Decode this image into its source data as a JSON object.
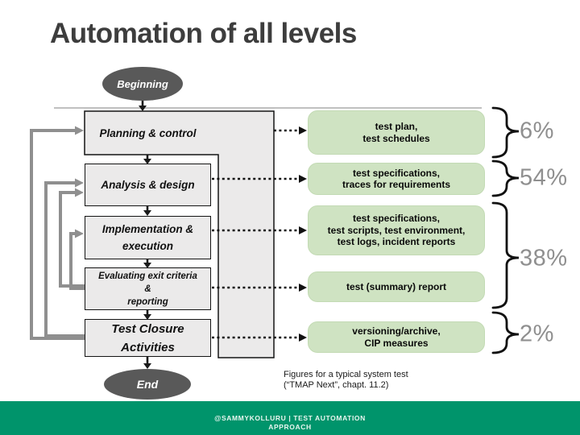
{
  "slide": {
    "title": "Automation of all levels",
    "caption": "Figures for a typical system test\n(“TMAP Next”, chapt. 11.2)",
    "footer": "@SAMMYKOLLURU  |  TEST AUTOMATION\nAPPROACH"
  },
  "flow": {
    "start": "Beginning",
    "end": "End",
    "stages": [
      {
        "label": "Planning & control"
      },
      {
        "label": "Analysis & design"
      },
      {
        "label": "Implementation &\nexecution"
      },
      {
        "label": "Evaluating exit criteria\n&\nreporting"
      },
      {
        "label": "Test Closure\nActivities"
      }
    ]
  },
  "artifacts": [
    {
      "label": "test plan,\ntest schedules"
    },
    {
      "label": "test specifications,\ntraces for requirements"
    },
    {
      "label": "test specifications,\ntest scripts, test environment,\ntest logs, incident reports"
    },
    {
      "label": "test (summary) report"
    },
    {
      "label": "versioning/archive,\nCIP measures"
    }
  ],
  "percentages": [
    {
      "label": "6%"
    },
    {
      "label": "54%"
    },
    {
      "label": "38%"
    },
    {
      "label": "2%"
    }
  ],
  "colors": {
    "footer-bar": "#00946B",
    "artifact-fill": "#CFE3C2",
    "stage-fill": "#EBEAEA",
    "terminator-fill": "#595959",
    "percent-gray": "#8F8F8F",
    "title-gray": "#3D3D3D"
  }
}
